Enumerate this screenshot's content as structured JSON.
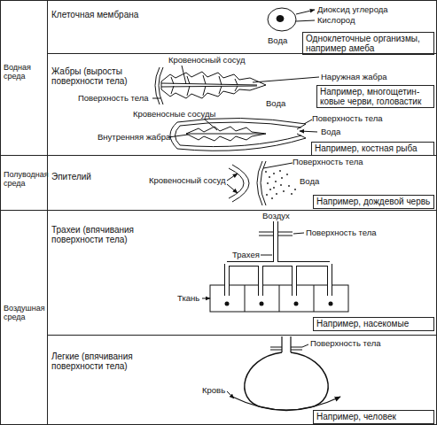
{
  "diagram": {
    "nodes": [
      {
        "text": [
          "Водная среда"
        ]
      },
      {
        "text": [
          "Клеточная мембрана"
        ]
      },
      {
        "text": [
          "Одноклеточные организмы, например амеба"
        ],
        "in": 1
      },
      {
        "text": [
          "Жабры (выросты поверхности тела)"
        ]
      },
      {
        "text": [
          "Например, многощетин- ковые черви, головастик"
        ],
        "in": 3
      },
      {
        "text": [
          "Например, костная рыба"
        ],
        "in": 3
      },
      {
        "text": [
          "Полуводная среда"
        ]
      },
      {
        "text": [
          "Эпителий"
        ]
      },
      {
        "text": [
          "Например, дождевой червь"
        ],
        "in": 7
      },
      {
        "text": [
          "Воздушная среда"
        ]
      },
      {
        "text": [
          "Трахеи (впячивания поверхности тела)"
        ]
      },
      {
        "text": [
          "Например, насекомые"
        ],
        "in": 10
      },
      {
        "text": [
          "Легкие (впячивания поверхности тела)"
        ]
      },
      {
        "text": [
          "Например, человек"
        ],
        "in": 12
      }
    ],
    "labels": [
      "Диоксид углерода",
      "Кислород",
      "Вода",
      "Кровеносный сосуд",
      "Наружная жабра",
      "Поверхность тела",
      "Вода",
      "Кровеносные сосуды",
      "Поверхность тела",
      "Внутренняя жабра",
      "Вода",
      "Поверхность тела",
      "Кровеносный сосуд",
      "Вода",
      "Воздух",
      "Трахея",
      "Поверхность тела",
      "Ткань",
      "Поверхность тела",
      "Кровь"
    ]
  }
}
